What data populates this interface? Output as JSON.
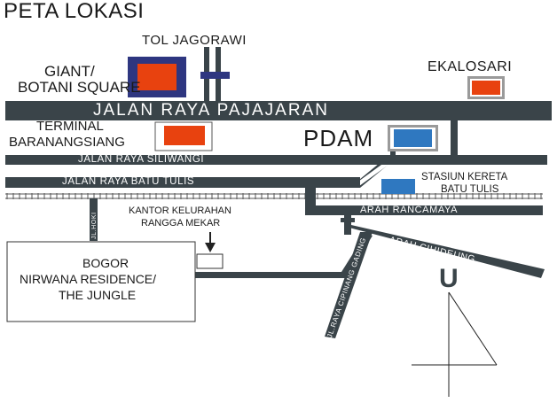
{
  "map": {
    "title": "PETA LOKASI",
    "toll_road": "TOL JAGORAWI",
    "landmarks": {
      "giant_line1": "GIANT/",
      "giant_line2": "BOTANI SQUARE",
      "ekalosari": "EKALOSARI",
      "terminal_line1": "TERMINAL",
      "terminal_line2": "BARANANGSIANG",
      "pdam": "PDAM",
      "station_line1": "STASIUN KERETA",
      "station_line2": "BATU TULIS",
      "kantor_line1": "KANTOR KELURAHAN",
      "kantor_line2": "RANGGA MEKAR",
      "residence_line1": "BOGOR",
      "residence_line2": "NIRWANA RESIDENCE/",
      "residence_line3": "THE JUNGLE"
    },
    "roads": {
      "pajajaran": "JALAN RAYA PAJAJARAN",
      "siliwangi": "JALAN RAYA SILIWANGI",
      "batu_tulis": "JALAN RAYA BATU TULIS",
      "rancamaya": "ARAH RANCAMAYA",
      "cihideung": "ARAH CIHIDEUNG",
      "cipinang_gading": "JL.RAYA CIPINANG GADING",
      "side_street": "JL.HOKI"
    },
    "compass_label": "U",
    "colors": {
      "road": "#3a4449",
      "landmark_red": "#e8420f",
      "landmark_blue": "#2f78c0",
      "navy": "#2e3680",
      "grey_box": "#9a9a9a"
    }
  }
}
